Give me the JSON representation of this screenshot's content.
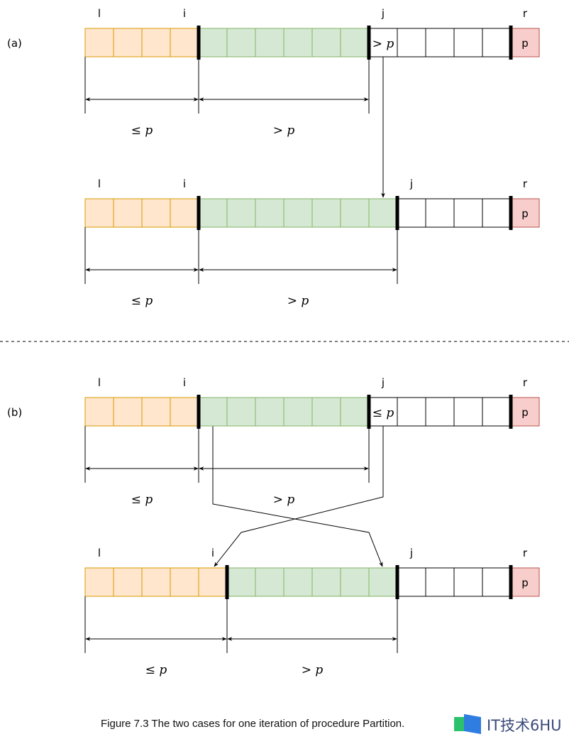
{
  "colors": {
    "le": "#ffe6cc",
    "le_stroke": "#d79b00",
    "gt": "#d5e8d4",
    "gt_stroke": "#82b366",
    "pivot": "#f8cecc",
    "pivot_stroke": "#b85450"
  },
  "case_labels": [
    "(a)",
    "(b)"
  ],
  "rows": [
    {
      "counts": {
        "le": 4,
        "gt": 6,
        "unk": 5
      },
      "cell_text": "> p",
      "pointers": [
        "l",
        "i",
        "j",
        "r"
      ],
      "pivot": "p",
      "range_labels": [
        "≤ p",
        "> p"
      ]
    },
    {
      "counts": {
        "le": 4,
        "gt": 7,
        "unk": 4
      },
      "cell_text": "",
      "pointers": [
        "l",
        "i",
        "j",
        "r"
      ],
      "pivot": "p",
      "range_labels": [
        "≤ p",
        "> p"
      ]
    },
    {
      "counts": {
        "le": 4,
        "gt": 6,
        "unk": 5
      },
      "cell_text": "≤ p",
      "pointers": [
        "l",
        "i",
        "j",
        "r"
      ],
      "pivot": "p",
      "range_labels": [
        "≤ p",
        "> p"
      ]
    },
    {
      "counts": {
        "le": 5,
        "gt": 6,
        "unk": 4
      },
      "cell_text": "",
      "pointers": [
        "l",
        "i",
        "j",
        "r"
      ],
      "pivot": "p",
      "range_labels": [
        "≤ p",
        "> p"
      ]
    }
  ],
  "caption": "Figure 7.3 The two cases for one iteration of procedure Partition.",
  "watermark": "IT技术6HU"
}
